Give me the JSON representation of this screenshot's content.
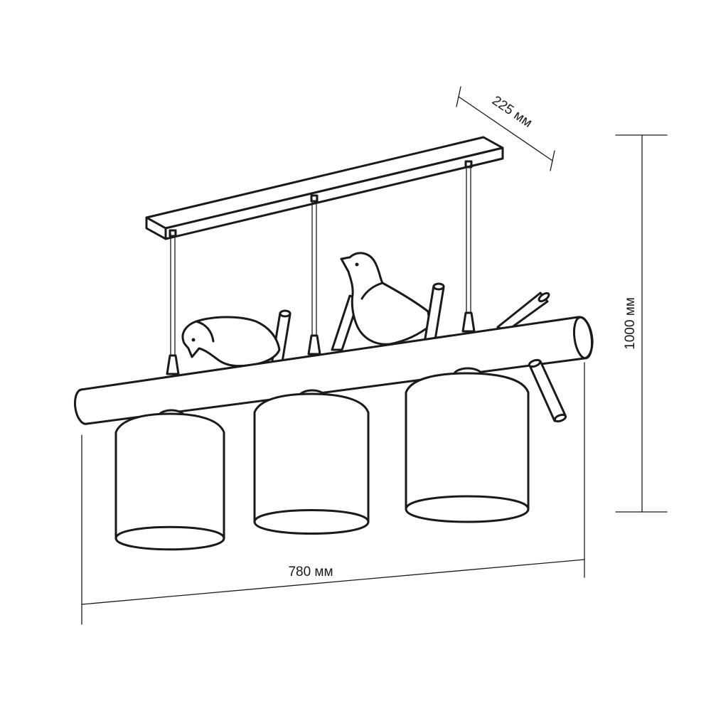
{
  "dimensions": {
    "depth": "225 мм",
    "height": "1000 мм",
    "width": "780 мм"
  },
  "colors": {
    "line": "#1a1a1a",
    "background": "#ffffff"
  }
}
